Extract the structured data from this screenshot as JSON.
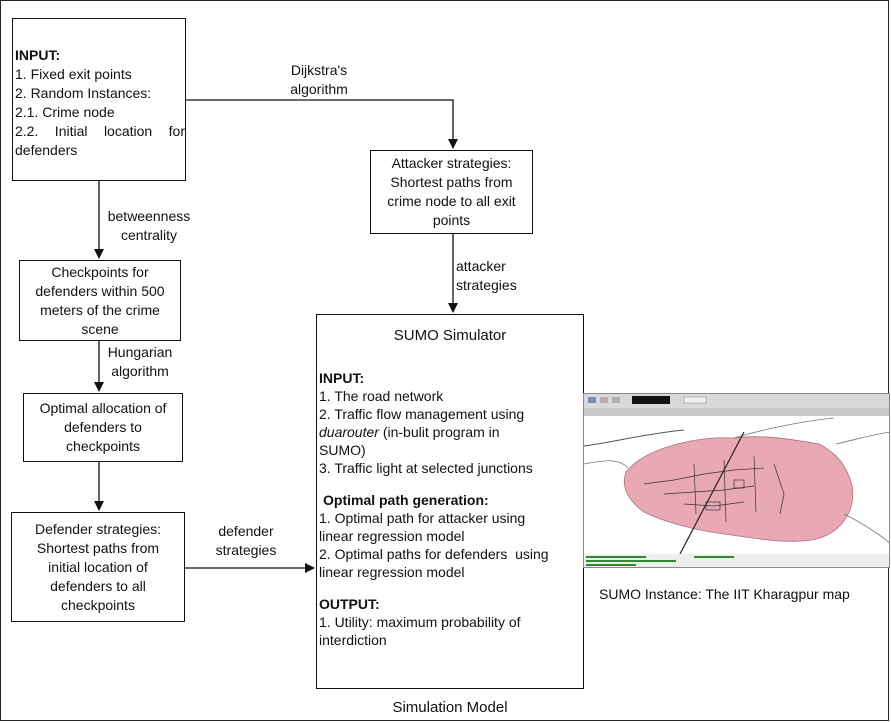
{
  "input_box": {
    "heading": "INPUT:",
    "lines": [
      "1. Fixed exit points",
      "2. Random Instances:",
      "2.1. Crime node",
      "2.2. Initial location for",
      "defenders"
    ]
  },
  "edge_labels": {
    "dijkstra": [
      "Dijkstra's",
      "algorithm"
    ],
    "betweenness": [
      "betweenness",
      "centrality"
    ],
    "hungarian": [
      "Hungarian",
      "algorithm"
    ],
    "attacker": [
      "attacker",
      "strategies"
    ],
    "defender": [
      "defender",
      "strategies"
    ]
  },
  "attacker_box": [
    "Attacker strategies:",
    "Shortest paths from",
    "crime node to all exit",
    "points"
  ],
  "checkpoints_box": [
    "Checkpoints for",
    "defenders within 500",
    "meters of the crime",
    "scene"
  ],
  "allocation_box": [
    "Optimal allocation of",
    "defenders to",
    "checkpoints"
  ],
  "defender_box": [
    "Defender strategies:",
    "Shortest paths from",
    "initial location of",
    "defenders to all",
    "checkpoints"
  ],
  "sumo_box": {
    "title": "SUMO Simulator",
    "input_heading": "INPUT:",
    "input_lines": {
      "l1": "1. The road network",
      "l2": "2. Traffic flow management using",
      "l3_italic": "duarouter",
      "l3_rest": " (in-bulit program in",
      "l4": "SUMO)",
      "l5": "3. Traffic light at selected junctions"
    },
    "path_heading": "Optimal path generation:",
    "path_lines": [
      "1. Optimal path for attacker using",
      "linear regression model",
      "2. Optimal paths for defenders  using",
      "linear regression model"
    ],
    "output_heading": "OUTPUT:",
    "output_lines": [
      "1. Utility: maximum probability of",
      "interdiction"
    ]
  },
  "map_caption": "SUMO Instance: The IIT Kharagpur map",
  "footer_caption": "Simulation Model",
  "colors": {
    "map_region": "#e8a9b4",
    "map_toolbar": "#d9d9d9",
    "map_status": "#2e8b2e"
  }
}
